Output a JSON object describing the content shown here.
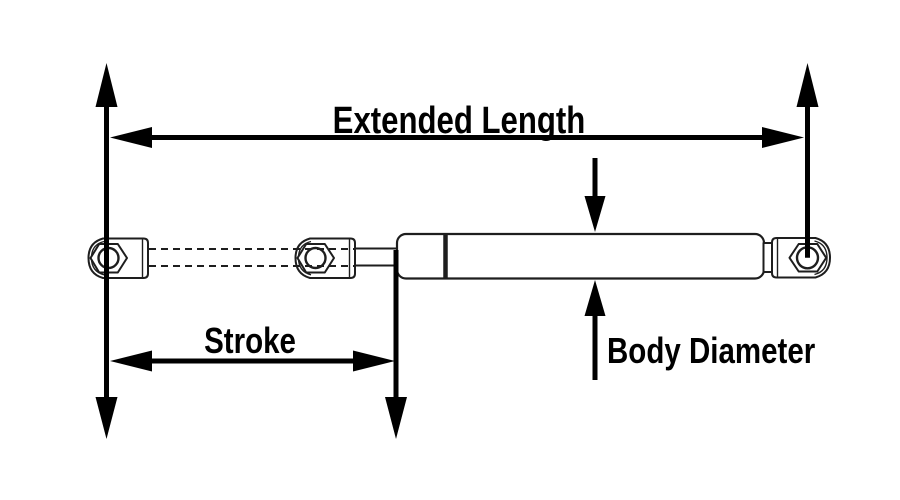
{
  "labels": {
    "extended_length": "Extended Length",
    "stroke": "Stroke",
    "body_diameter": "Body Diameter"
  },
  "colors": {
    "background": "#ffffff",
    "dimension_lines": "#000000",
    "part_outline": "#1e1e1e"
  }
}
